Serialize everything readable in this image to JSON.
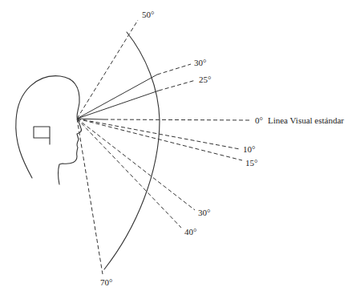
{
  "diagram": {
    "labels": [
      "50°",
      "30°",
      "25°",
      "0°",
      "Linea Visual estándar",
      "10°",
      "15°",
      "30°",
      "40°",
      "70°"
    ]
  }
}
